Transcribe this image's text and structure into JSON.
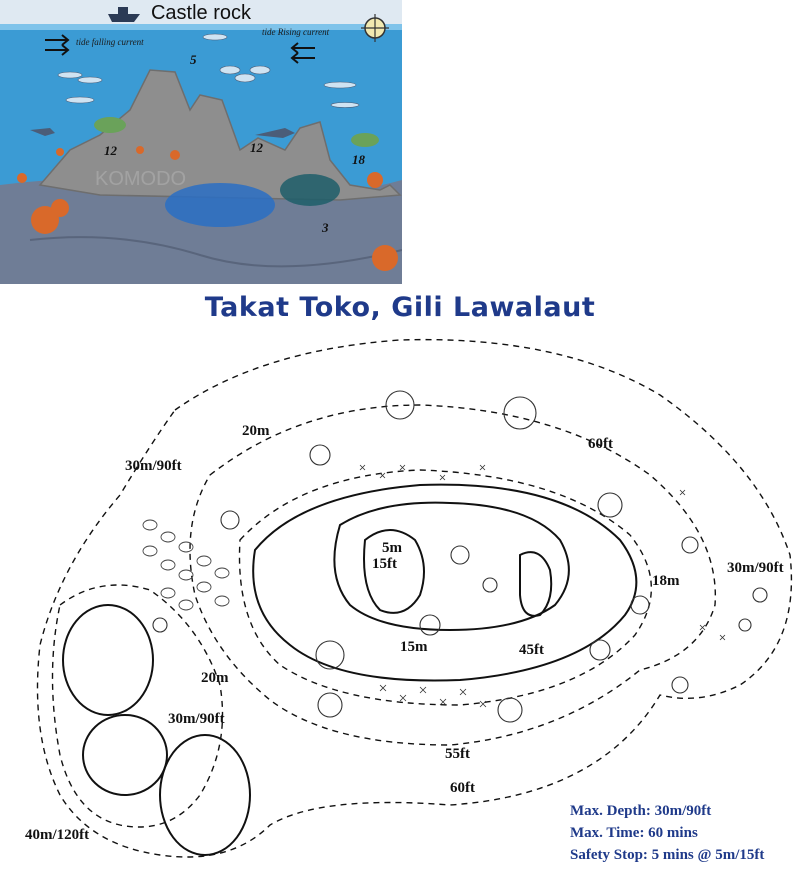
{
  "illustration": {
    "title": "Castle rock",
    "callout_left": "tide falling current",
    "callout_right": "tide Rising current",
    "markers": [
      "5",
      "12",
      "12",
      "18",
      "3"
    ],
    "watermark": "KOMODO",
    "colors": {
      "sky": "#dfe9f2",
      "water": "#3b9bd4",
      "rock": "#8e8e8e",
      "seabed": "#6f7d96",
      "coral": "#d9692a"
    }
  },
  "map": {
    "title": "Takat Toko, Gili Lawalaut",
    "labels": {
      "m20_top": "20m",
      "m30_left": "30m/90ft",
      "ft60_top": "60ft",
      "m30_right": "30m/90ft",
      "m18": "18m",
      "m5": "5m",
      "ft15": "15ft",
      "m15": "15m",
      "ft45": "45ft",
      "m20_left": "20m",
      "m30_bottom": "30m/90ft",
      "ft55": "55ft",
      "ft60_bottom": "60ft",
      "m40": "40m/120ft"
    },
    "info": {
      "max_depth": "Max. Depth: 30m/90ft",
      "max_time": "Max. Time: 60 mins",
      "safety_stop": "Safety Stop: 5 mins @ 5m/15ft"
    },
    "colors": {
      "title": "#1f3a8a",
      "info": "#1f3a8a",
      "ink": "#111111"
    }
  }
}
